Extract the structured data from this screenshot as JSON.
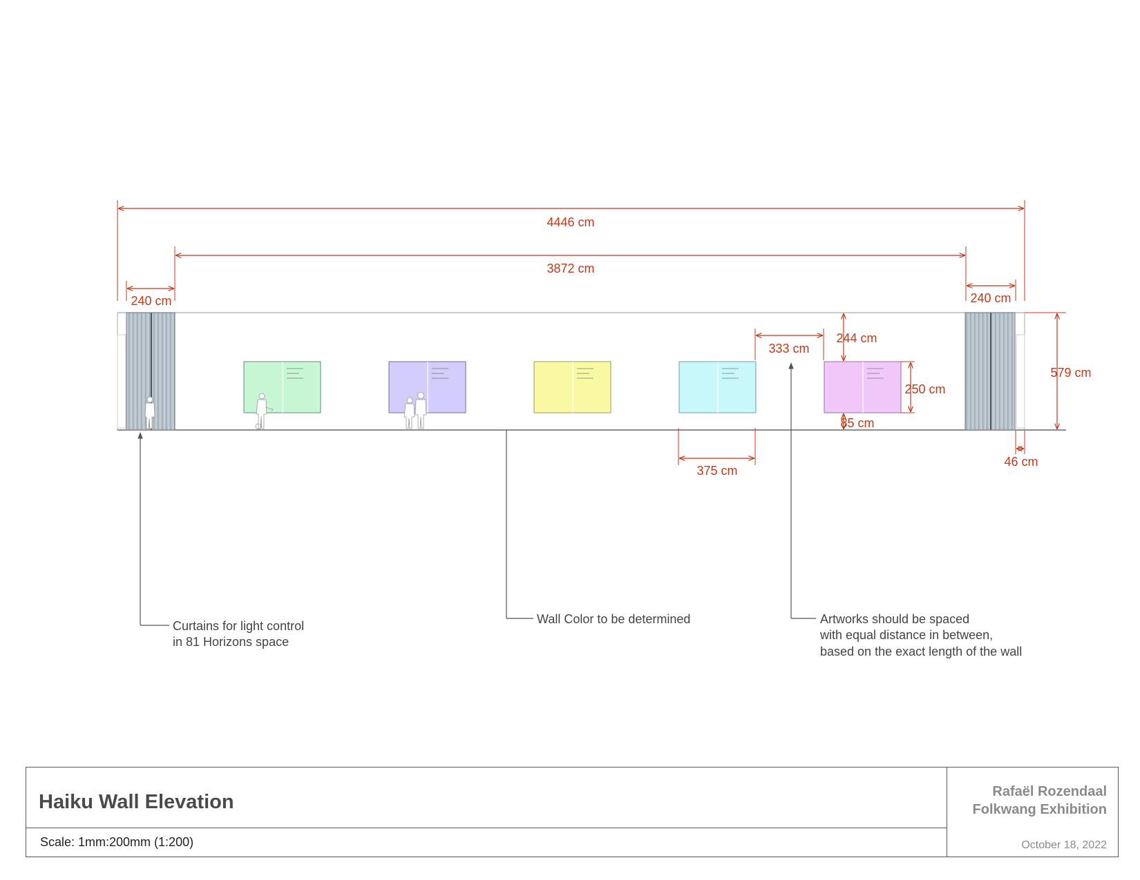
{
  "colors": {
    "dimension": "#c0391b",
    "wall_line": "#777777",
    "curtain": "#b8c3cc",
    "note_text": "#444444",
    "title_text": "#4a4a4a",
    "meta_text": "#8a8a8a"
  },
  "dimensions": {
    "total_length": "4446 cm",
    "wall_length": "3872 cm",
    "curtain_left_width": "240 cm",
    "curtain_right_width": "240 cm",
    "wall_height": "579 cm",
    "top_clearance": "244 cm",
    "artwork_height": "250 cm",
    "floor_clearance": "85 cm",
    "artwork_spacing": "333 cm",
    "artwork_width": "375 cm",
    "edge_offset": "46 cm"
  },
  "artworks": [
    {
      "name": "artwork-green",
      "color": "#c8f7d6",
      "border": "#5f8f6e"
    },
    {
      "name": "artwork-purple",
      "color": "#d3cdfb",
      "border": "#6e6aa0"
    },
    {
      "name": "artwork-yellow",
      "color": "#fafaa4",
      "border": "#9a9a52"
    },
    {
      "name": "artwork-cyan",
      "color": "#c8f8fa",
      "border": "#6aa0a4"
    },
    {
      "name": "artwork-pink",
      "color": "#f1c8fa",
      "border": "#9a6aa4"
    }
  ],
  "notes": {
    "curtains": [
      "Curtains for light control",
      "in 81 Horizons space"
    ],
    "wall_color": "Wall Color to be determined",
    "spacing": [
      "Artworks should be spaced",
      "with equal distance in between,",
      "based on the exact length of the wall"
    ]
  },
  "title_block": {
    "title": "Haiku Wall Elevation",
    "scale": "Scale: 1mm:200mm (1:200)",
    "artist": "Rafaël Rozendaal",
    "exhibition": "Folkwang Exhibition",
    "date": "October 18, 2022"
  }
}
